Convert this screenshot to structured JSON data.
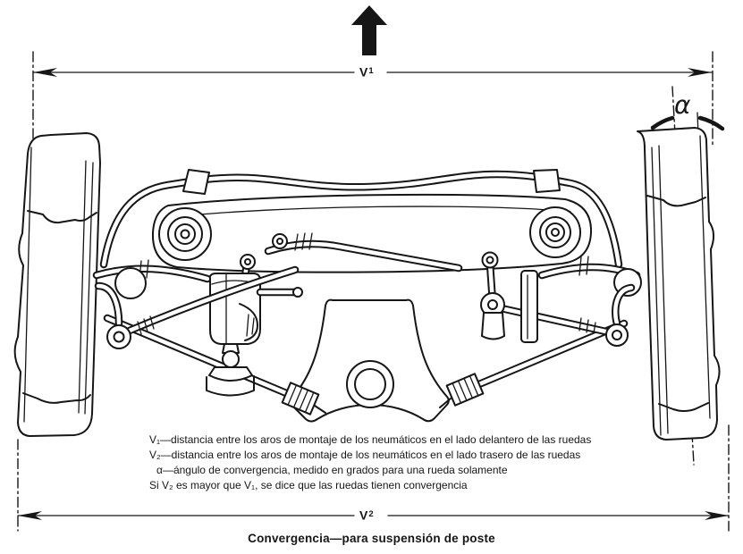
{
  "figure": {
    "ink_color": "#161616",
    "background_color": "#ffffff"
  },
  "dimensions": {
    "v1": {
      "letter": "V",
      "digit": "1"
    },
    "v2": {
      "letter": "V",
      "digit": "2"
    },
    "alpha_symbol": "α"
  },
  "legend": {
    "lines": [
      "V₁—distancia entre los aros de montaje de los neumáticos en el lado delantero de las ruedas",
      "V₂—distancia entre los aros de montaje de los neumáticos en el lado trasero de las ruedas",
      "α—ángulo de convergencia, medido en grados para una rueda solamente",
      "Si V₂ es mayor que V₁, se dice que las ruedas tienen convergencia"
    ]
  },
  "caption": "Convergencia—para suspensión de poste",
  "icons": {
    "direction_arrow": "up-arrow"
  }
}
